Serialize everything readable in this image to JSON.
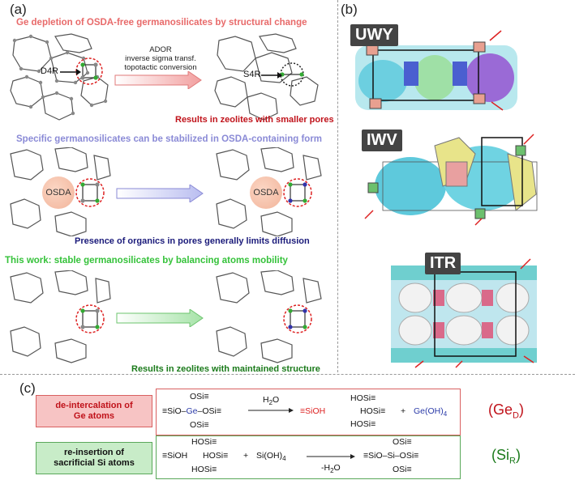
{
  "panel_a": {
    "label": "(a)",
    "row1": {
      "title": "Ge depletion of OSDA-free germanosilicates by structural change",
      "d4r": "D4R",
      "s4r": "S4R",
      "arrow_lines": [
        "ADOR",
        "inverse sigma transf.",
        "topotactic conversion"
      ],
      "result": "Results in zeolites with smaller pores"
    },
    "row2": {
      "title": "Specific germanosilicates can be stabilized in OSDA-containing form",
      "osda_left": "OSDA",
      "osda_right": "OSDA",
      "result": "Presence of organics in pores generally limits diffusion"
    },
    "row3": {
      "title": "This work: stable germanosilicates by balancing atoms mobility",
      "result": "Results in zeolites with maintained structure"
    }
  },
  "panel_b": {
    "label": "(b)",
    "frameworks": [
      "UWY",
      "IWV",
      "ITR"
    ]
  },
  "panel_c": {
    "label": "(c)",
    "row1": {
      "box_label": [
        "de-intercalation of",
        "Ge atoms"
      ],
      "tag": "(Ge",
      "tag_sub": "D",
      "tag_close": ")",
      "reagent": "H",
      "reagent_sub": "2",
      "reagent_tail": "O",
      "left_top": "OSi≡",
      "left_mid_a": "≡SiO–",
      "left_mid_ge": "Ge",
      "left_mid_b": "–OSi≡",
      "left_bot": "OSi≡",
      "prod_a": "≡SiOH",
      "prod_b1": "HOSi≡",
      "prod_b2": "HOSi≡",
      "prod_b3": "HOSi≡",
      "plus": "+",
      "ge_oh": "Ge(OH)",
      "ge_oh_sub": "4"
    },
    "row2": {
      "box_label": [
        "re-insertion of",
        "sacrificial Si atoms"
      ],
      "tag": "(Si",
      "tag_sub": "R",
      "tag_close": ")",
      "r_a": "≡SiOH",
      "r_b1": "HOSi≡",
      "r_b2": "HOSi≡",
      "r_b3": "HOSi≡",
      "plus": "+",
      "si_oh": "Si(OH)",
      "si_oh_sub": "4",
      "reagent": "-H",
      "reagent_sub": "2",
      "reagent_tail": "O",
      "p_top": "OSi≡",
      "p_mid": "≡SiO–Si–OSi≡",
      "p_bot": "OSi≡"
    }
  },
  "colors": {
    "red": "#c0121a",
    "pink": "#e86a6a",
    "lavender": "#8a8ad6",
    "navy": "#1a1a7a",
    "green": "#35c23a",
    "darkgreen": "#1a7a1a",
    "ge_blue": "#2a3aa8"
  }
}
